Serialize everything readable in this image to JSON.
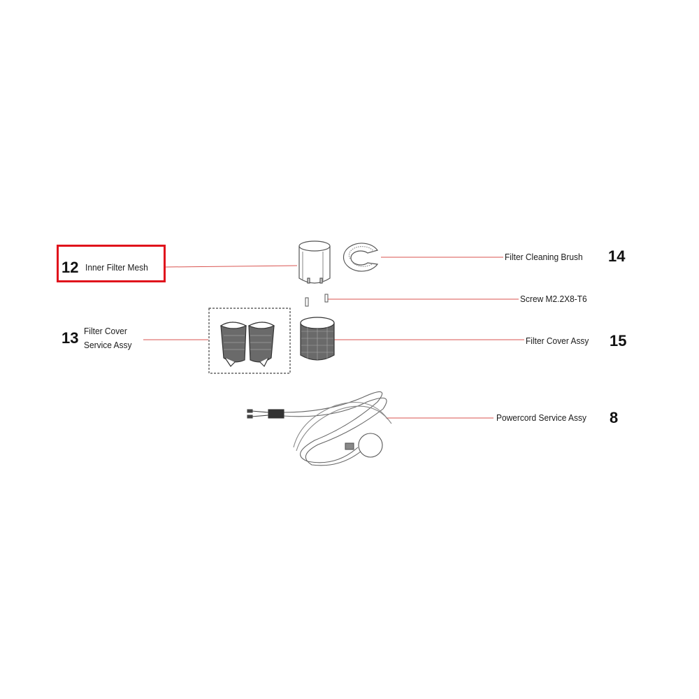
{
  "parts": [
    {
      "id": "part-12",
      "number": "12",
      "label": "Inner Filter Mesh",
      "highlighted": true
    },
    {
      "id": "part-14",
      "number": "14",
      "label": "Filter Cleaning Brush"
    },
    {
      "id": "part-screw",
      "number": "",
      "label": "Screw M2.2X8-T6"
    },
    {
      "id": "part-13",
      "number": "13",
      "label_line1": "Filter Cover",
      "label_line2": "Service Assy"
    },
    {
      "id": "part-15",
      "number": "15",
      "label": "Filter Cover Assy"
    },
    {
      "id": "part-8",
      "number": "8",
      "label": "Powercord Service Assy"
    }
  ],
  "colors": {
    "leader_line": "#d9534f",
    "highlight_box": "#e0121c",
    "drawing": "#555555"
  }
}
